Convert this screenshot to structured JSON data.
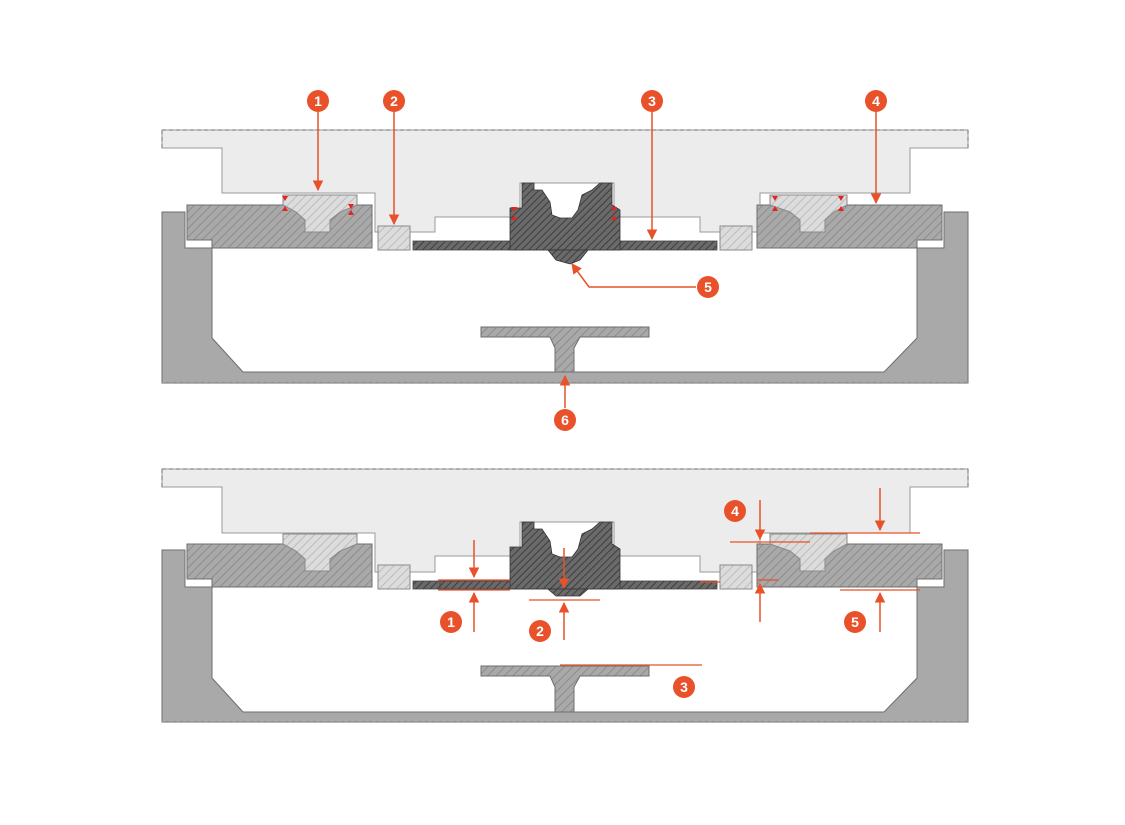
{
  "colors": {
    "accent": "#e8512a",
    "marker_red": "#e32420",
    "table": "#eaeaea",
    "table_edge": "#9a9a9a",
    "body_grey": "#a9a9a9",
    "body_edge": "#6e6e6e",
    "dark_part": "#5a5a5a",
    "rail_light": "#d8d8d8"
  },
  "top_view": {
    "callouts": [
      {
        "id": "1",
        "label": "1"
      },
      {
        "id": "2",
        "label": "2"
      },
      {
        "id": "3",
        "label": "3"
      },
      {
        "id": "4",
        "label": "4"
      },
      {
        "id": "5",
        "label": "5"
      },
      {
        "id": "6",
        "label": "6"
      }
    ]
  },
  "bottom_view": {
    "callouts": [
      {
        "id": "1",
        "label": "1"
      },
      {
        "id": "2",
        "label": "2"
      },
      {
        "id": "3",
        "label": "3"
      },
      {
        "id": "4",
        "label": "4"
      },
      {
        "id": "5",
        "label": "5"
      }
    ]
  }
}
